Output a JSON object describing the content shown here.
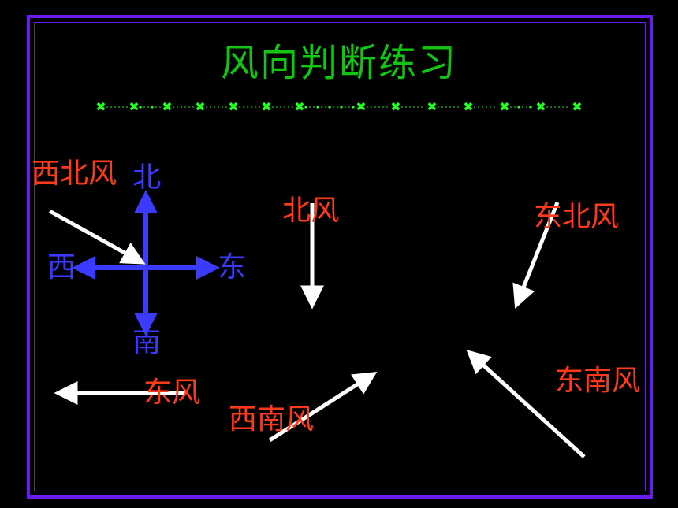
{
  "title": "风向判断练习",
  "compass": {
    "north": "北",
    "south": "南",
    "west": "西",
    "east": "东"
  },
  "winds": {
    "northwest": "西北风",
    "north": "北风",
    "northeast": "东北风",
    "east": "东风",
    "southwest": "西南风",
    "southeast": "东南风"
  },
  "colors": {
    "title": "#11c611",
    "wind_label": "#ff3a1a",
    "compass": "#3b3bff",
    "frame": "#6a1cf0",
    "arrow": "#ffffff",
    "divider": "#22ff22"
  }
}
